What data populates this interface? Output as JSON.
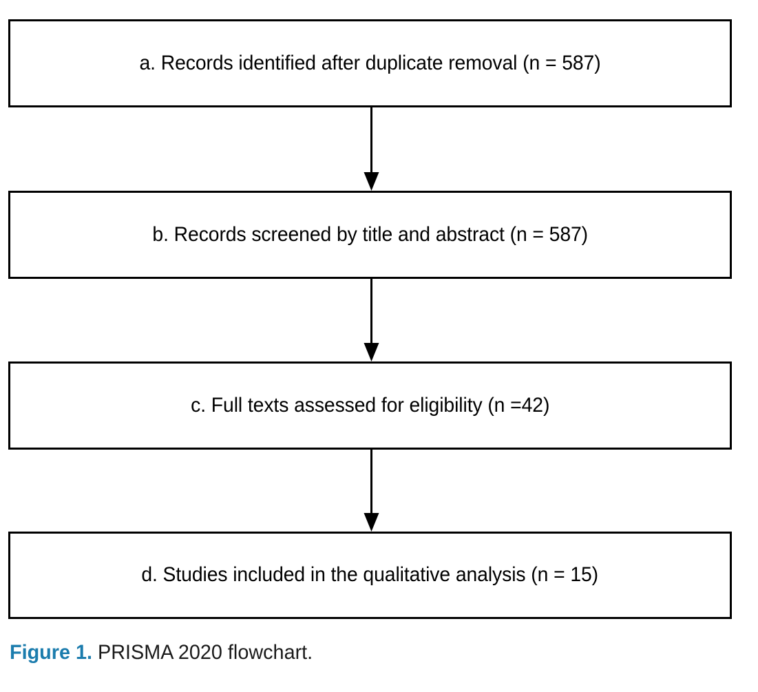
{
  "figure": {
    "caption_label": "Figure 1.",
    "caption_text": "PRISMA 2020 flowchart.",
    "accent_color": "#1b7cad",
    "line_color": "#000000",
    "background_color": "#ffffff"
  },
  "chart_data": {
    "type": "diagram",
    "diagram_kind": "prisma-2020-flowchart",
    "title": "PRISMA 2020 flowchart.",
    "orientation": "top-to-bottom",
    "nodes": [
      {
        "id": "a",
        "label": "a. Records identified after duplicate removal (n = 587)",
        "stage": "identification",
        "count": 587
      },
      {
        "id": "b",
        "label": "b. Records screened by title and abstract (n = 587)",
        "stage": "screening",
        "count": 587
      },
      {
        "id": "c",
        "label": "c. Full texts assessed for eligibility (n =42)",
        "stage": "eligibility",
        "count": 42
      },
      {
        "id": "d",
        "label": "d. Studies included in the qualitative analysis (n = 15)",
        "stage": "included",
        "count": 15
      }
    ],
    "edges": [
      {
        "from": "a",
        "to": "b",
        "style": "solid-arrow"
      },
      {
        "from": "b",
        "to": "c",
        "style": "solid-arrow"
      },
      {
        "from": "c",
        "to": "d",
        "style": "solid-arrow"
      }
    ]
  }
}
